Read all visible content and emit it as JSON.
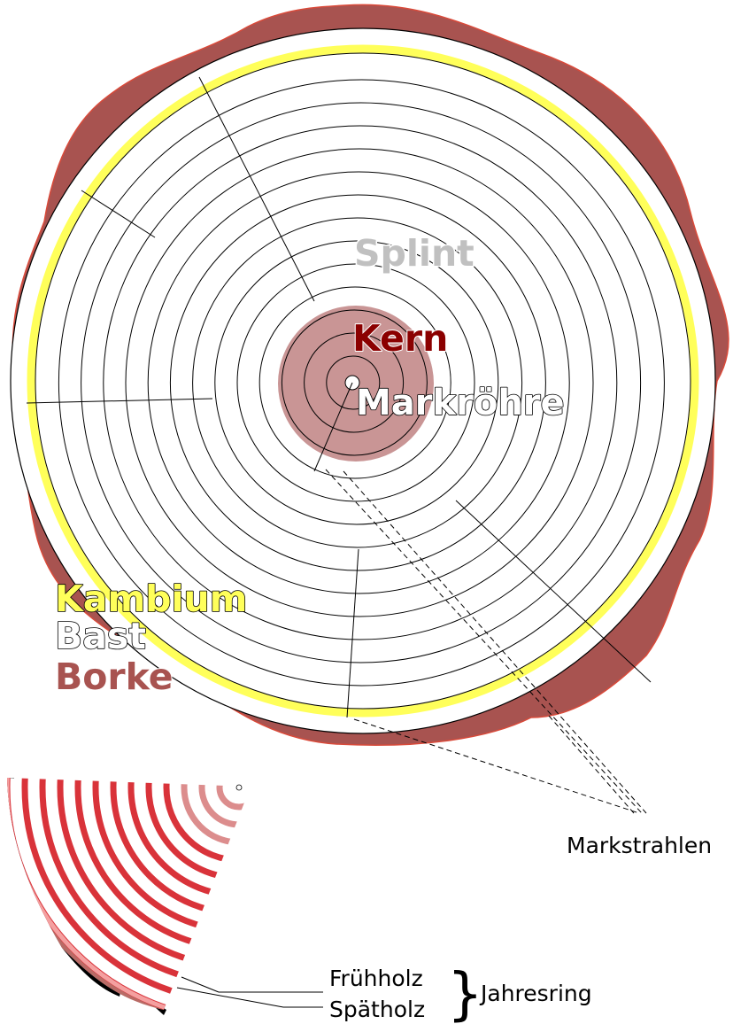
{
  "labels": {
    "splint": "Splint",
    "kern": "Kern",
    "markroehre": "Markröhre",
    "kambium": "Kambium",
    "bast": "Bast",
    "borke": "Borke",
    "markstrahlen": "Markstrahlen",
    "fruehholz": "Frühholz",
    "spaetholz": "Spätholz",
    "jahresring": "Jahresring",
    "brace": "}"
  },
  "colors": {
    "borke": "#a85350",
    "borke_edge": "#d94a3a",
    "kambium": "#ffff5a",
    "kern": "#c99595",
    "kern_label": "#8b0000",
    "splint_label": "#c0c0c0",
    "ring_line": "#000000",
    "latewood": "#d9333a",
    "earlywood": "#ffffff",
    "heart_late": "#dc8d8d",
    "bark_inner": "#f4a0a0",
    "bark_outer": "#b96b66",
    "bark_edge": "#000000"
  },
  "annual_rings": 10,
  "heart_rings": 3
}
